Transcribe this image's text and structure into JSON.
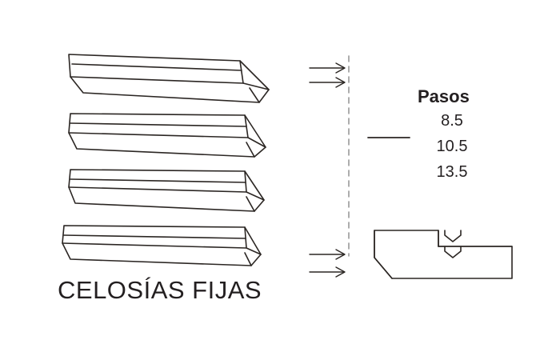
{
  "diagram": {
    "title": "CELOSÍAS FIJAS",
    "pasos": {
      "heading": "Pasos",
      "values": [
        "8.5",
        "10.5",
        "13.5"
      ]
    },
    "colors": {
      "ink": "#231f20",
      "line": "#2b2623",
      "background": "#ffffff"
    },
    "parts": {
      "louvre_blades": "four-stacked-louvre-blades",
      "arrows": "airflow-arrows",
      "centerline": "dashed-vertical-axis",
      "leader": "leader-line-to-pasos",
      "detail": "frame-section-detail"
    }
  }
}
